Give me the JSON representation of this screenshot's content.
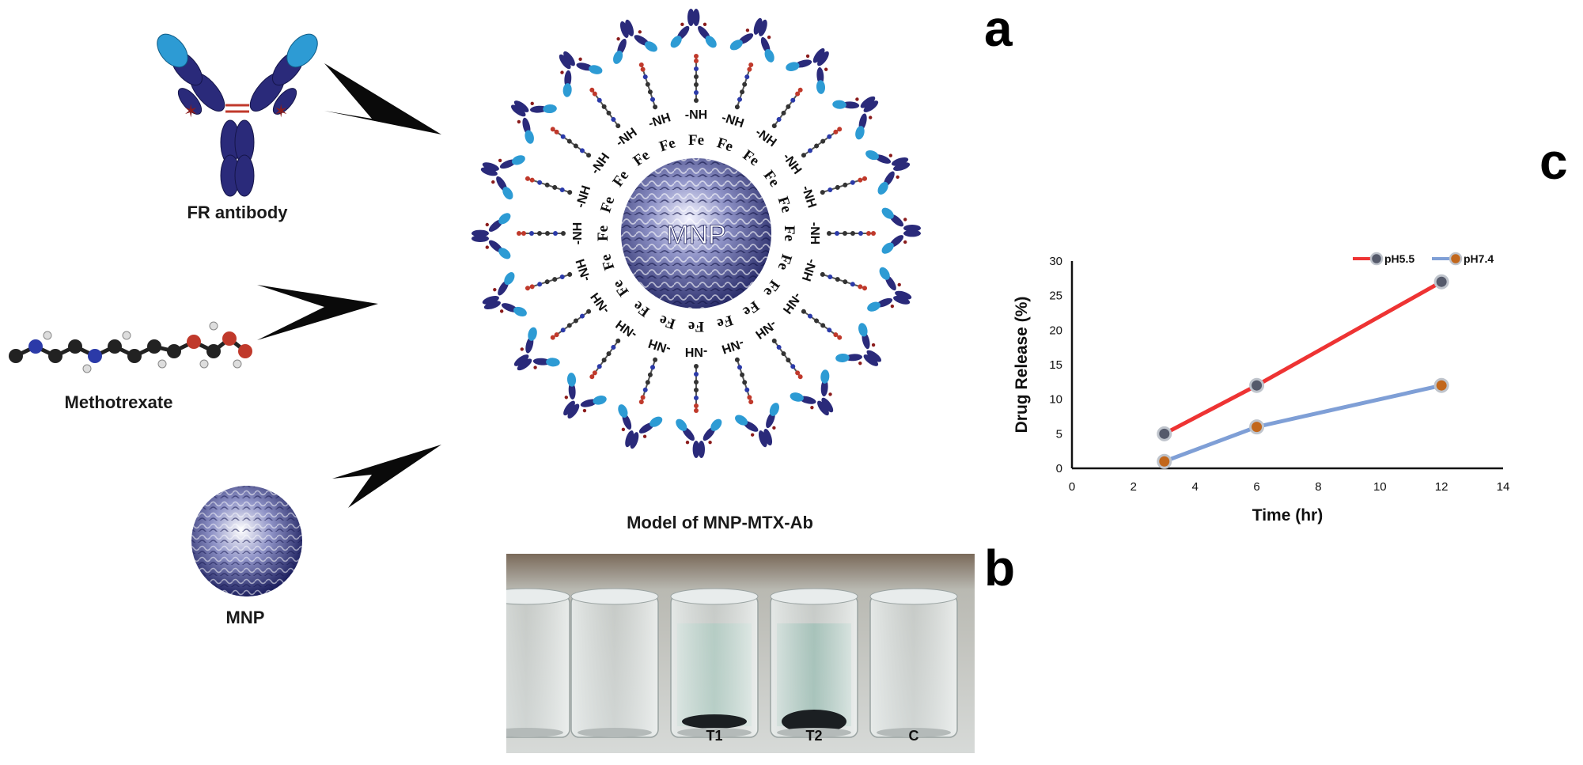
{
  "panels": {
    "a": "a",
    "b": "b",
    "c": "c"
  },
  "components": {
    "antibody_label": "FR antibody",
    "drug_label": "Methotrexate",
    "nanoparticle_label": "MNP"
  },
  "model": {
    "core_label": "MNP",
    "caption": "Model of MNP-MTX-Ab",
    "fe_text": "Fe",
    "nh_text": "-NH",
    "hn_text": "HN-",
    "linker_text": "Fe-NH"
  },
  "photo": {
    "vials": [
      "",
      "",
      "T1",
      "T2",
      "C"
    ]
  },
  "chart_data": {
    "type": "line",
    "x": [
      3,
      6,
      12
    ],
    "series": [
      {
        "name": "pH5.5",
        "values": [
          5,
          12,
          27
        ],
        "color": "#ee3333",
        "marker_fill": "#555a6b"
      },
      {
        "name": "pH7.4",
        "values": [
          1,
          6,
          12
        ],
        "color": "#7f9fd6",
        "marker_fill": "#c2671c"
      }
    ],
    "xlabel": "Time (hr)",
    "ylabel": "Drug Release (%)",
    "xlim": [
      0,
      14
    ],
    "ylim": [
      0,
      30
    ],
    "xticks": [
      0,
      2,
      4,
      6,
      8,
      10,
      12,
      14
    ],
    "yticks": [
      0,
      5,
      10,
      15,
      20,
      25,
      30
    ],
    "grid": false,
    "legend_position": "top-right"
  },
  "colors": {
    "antibody_dark": "#2a2a7a",
    "antibody_light": "#2d9bd4",
    "mnp_dark": "#2b2e6b",
    "arrow": "#0a0a0a"
  }
}
